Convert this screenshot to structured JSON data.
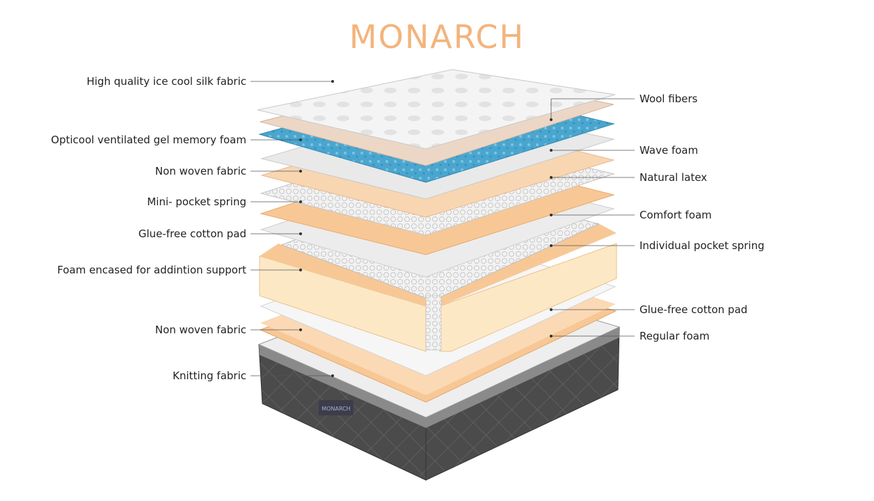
{
  "brand": "MONARCH",
  "colors": {
    "title": "#f3b47c",
    "fabric": "#f1f1f1",
    "wool": "#ecd7c6",
    "gel": "#4aa6cf",
    "wave": "#e9e9e9",
    "latex": "#f8d6b2",
    "orange_foam": "#f7c896",
    "foam_casing": "#fde8c6",
    "spring": "#f0f0f0",
    "base": "#4a4a4a"
  },
  "mattress_logo": "MONARCH",
  "labels": {
    "left": [
      "High quality  ice cool silk fabric",
      "Opticool ventilated gel memory foam",
      "Non woven fabric",
      "Mini- pocket spring",
      "Glue-free cotton pad",
      "Foam encased for addintion support",
      "Non woven fabric",
      "Knitting fabric"
    ],
    "right": [
      "Wool fibers",
      "Wave foam",
      "Natural latex",
      "Comfort foam",
      "Individual pocket  spring",
      "Glue-free cotton pad",
      "Regular foam"
    ]
  }
}
